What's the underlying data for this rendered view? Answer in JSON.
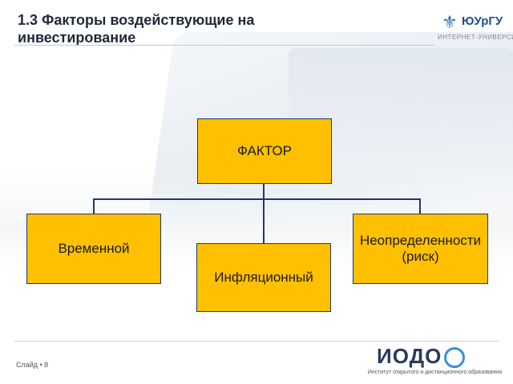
{
  "slide": {
    "title": "1.3 Факторы воздействующие на инвестирование",
    "slide_number_label": "Слайд • 8"
  },
  "logo": {
    "name": "ЮУрГУ",
    "subtitle": "ИНТЕРНЕТ-УНИВЕРСИТЕТ",
    "icon": "university-emblem-icon"
  },
  "footer_logo": {
    "name": "ИОДО",
    "institute": "Институт открытого и дистанционного образования",
    "accent_color": "#3a8fd6"
  },
  "diagram": {
    "root": "ФАКТОР",
    "children": [
      "Временной",
      "Инфляционный",
      "Неопределенности (риск)"
    ],
    "box_color": "#ffc000",
    "line_color": "#1f3a66"
  }
}
